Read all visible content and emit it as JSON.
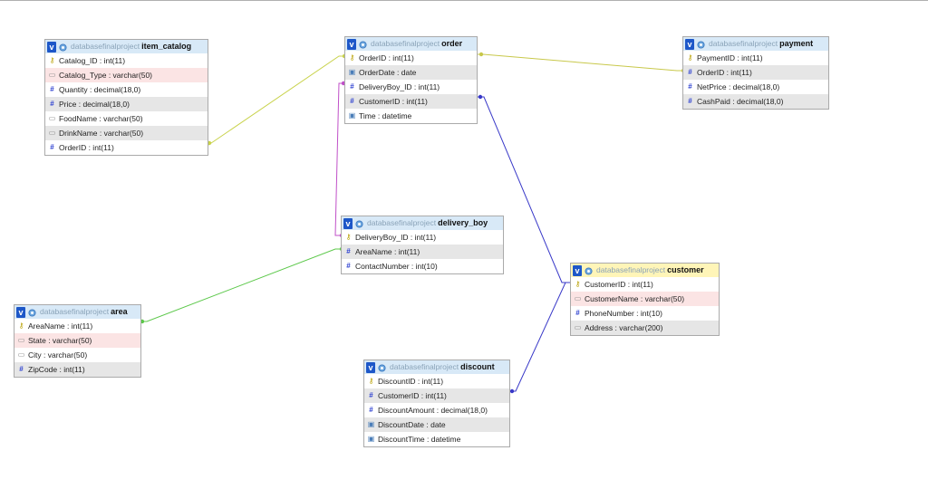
{
  "db_name": "databasefinalproject",
  "tables": [
    {
      "id": "item_catalog",
      "name": "item_catalog",
      "columns": [
        {
          "text": "Catalog_ID : int(11)",
          "icon": "key"
        },
        {
          "text": "Catalog_Type : varchar(50)",
          "icon": "txt"
        },
        {
          "text": "Quantity : decimal(18,0)",
          "icon": "num"
        },
        {
          "text": "Price : decimal(18,0)",
          "icon": "num"
        },
        {
          "text": "FoodName : varchar(50)",
          "icon": "txt"
        },
        {
          "text": "DrinkName : varchar(50)",
          "icon": "txt"
        },
        {
          "text": "OrderID : int(11)",
          "icon": "num"
        }
      ]
    },
    {
      "id": "order",
      "name": "order",
      "columns": [
        {
          "text": "OrderID : int(11)",
          "icon": "key"
        },
        {
          "text": "OrderDate : date",
          "icon": "dt"
        },
        {
          "text": "DeliveryBoy_ID : int(11)",
          "icon": "num"
        },
        {
          "text": "CustomerID : int(11)",
          "icon": "num"
        },
        {
          "text": "Time : datetime",
          "icon": "dt"
        }
      ]
    },
    {
      "id": "payment",
      "name": "payment",
      "columns": [
        {
          "text": "PaymentID : int(11)",
          "icon": "key"
        },
        {
          "text": "OrderID : int(11)",
          "icon": "num"
        },
        {
          "text": "NetPrice : decimal(18,0)",
          "icon": "num"
        },
        {
          "text": "CashPaid : decimal(18,0)",
          "icon": "num"
        }
      ]
    },
    {
      "id": "delivery_boy",
      "name": "delivery_boy",
      "columns": [
        {
          "text": "DeliveryBoy_ID : int(11)",
          "icon": "key"
        },
        {
          "text": "AreaName : int(11)",
          "icon": "num"
        },
        {
          "text": "ContactNumber : int(10)",
          "icon": "num"
        }
      ]
    },
    {
      "id": "customer",
      "name": "customer",
      "columns": [
        {
          "text": "CustomerID : int(11)",
          "icon": "key"
        },
        {
          "text": "CustomerName : varchar(50)",
          "icon": "txt"
        },
        {
          "text": "PhoneNumber : int(10)",
          "icon": "num"
        },
        {
          "text": "Address : varchar(200)",
          "icon": "txt"
        }
      ]
    },
    {
      "id": "area",
      "name": "area",
      "columns": [
        {
          "text": "AreaName : int(11)",
          "icon": "key"
        },
        {
          "text": "State : varchar(50)",
          "icon": "txt"
        },
        {
          "text": "City : varchar(50)",
          "icon": "txt"
        },
        {
          "text": "ZipCode : int(11)",
          "icon": "num"
        }
      ]
    },
    {
      "id": "discount",
      "name": "discount",
      "columns": [
        {
          "text": "DiscountID : int(11)",
          "icon": "key"
        },
        {
          "text": "CustomerID : int(11)",
          "icon": "num"
        },
        {
          "text": "DiscountAmount : decimal(18,0)",
          "icon": "num"
        },
        {
          "text": "DiscountDate : date",
          "icon": "dt"
        },
        {
          "text": "DiscountTime : datetime",
          "icon": "dt"
        }
      ]
    }
  ],
  "relations": [
    {
      "from": "item_catalog",
      "to": "order",
      "color": "#c8d24a"
    },
    {
      "from": "payment",
      "to": "order",
      "color": "#c8c84a"
    },
    {
      "from": "order",
      "to": "delivery_boy",
      "color": "#c050c8"
    },
    {
      "from": "order",
      "to": "customer",
      "color": "#3838c8"
    },
    {
      "from": "discount",
      "to": "customer",
      "color": "#3838c8"
    },
    {
      "from": "area",
      "to": "delivery_boy",
      "color": "#5cc84a"
    }
  ]
}
